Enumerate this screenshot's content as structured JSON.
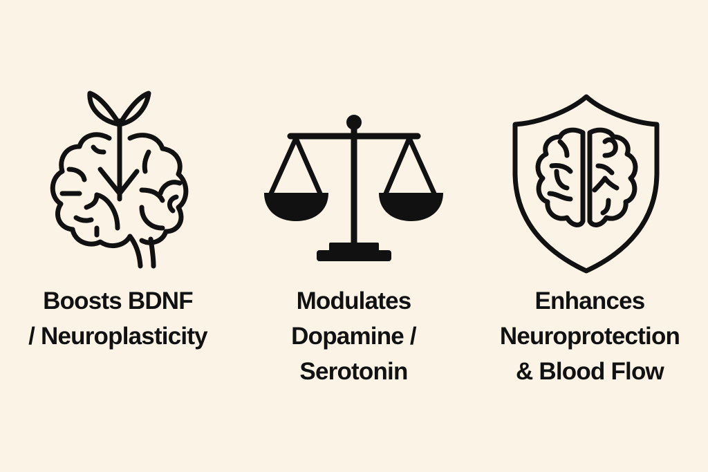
{
  "background_color": "#fcf3e7",
  "icon_color": "#111111",
  "items": [
    {
      "icon": "brain-sprout-icon",
      "label_lines": [
        "Boosts BDNF",
        "/ Neuroplasticity"
      ]
    },
    {
      "icon": "balance-scale-icon",
      "label_lines": [
        "Modulates",
        "Dopamine /",
        "Serotonin"
      ]
    },
    {
      "icon": "shield-brain-icon",
      "label_lines": [
        "Enhances",
        "Neuroprotection",
        "& Blood Flow"
      ]
    }
  ]
}
